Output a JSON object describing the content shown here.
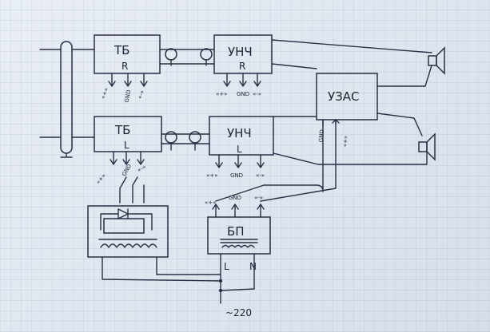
{
  "blocks": {
    "tb_r": {
      "title": "ТБ",
      "sub": "R"
    },
    "tb_l": {
      "title": "ТБ",
      "sub": "L"
    },
    "unch_r": {
      "title": "УНЧ",
      "sub": "R"
    },
    "unch_l": {
      "title": "УНЧ",
      "sub": "L"
    },
    "uzas": {
      "title": "УЗАС"
    },
    "bp": {
      "title": "БП"
    }
  },
  "pins": {
    "tb_r": [
      "«+»",
      "GND",
      "«-»"
    ],
    "tb_l": [
      "«+»",
      "GND",
      "«-»"
    ],
    "unch_r": [
      "«+»",
      "GND",
      "«-»"
    ],
    "unch_l": [
      "«+»",
      "GND",
      "«-»"
    ],
    "bp": [
      "«+»",
      "GND",
      "«-»"
    ],
    "uzas": [
      "GND",
      "«+»"
    ]
  },
  "mains": {
    "label": "~220",
    "l": "L",
    "n": "N"
  }
}
